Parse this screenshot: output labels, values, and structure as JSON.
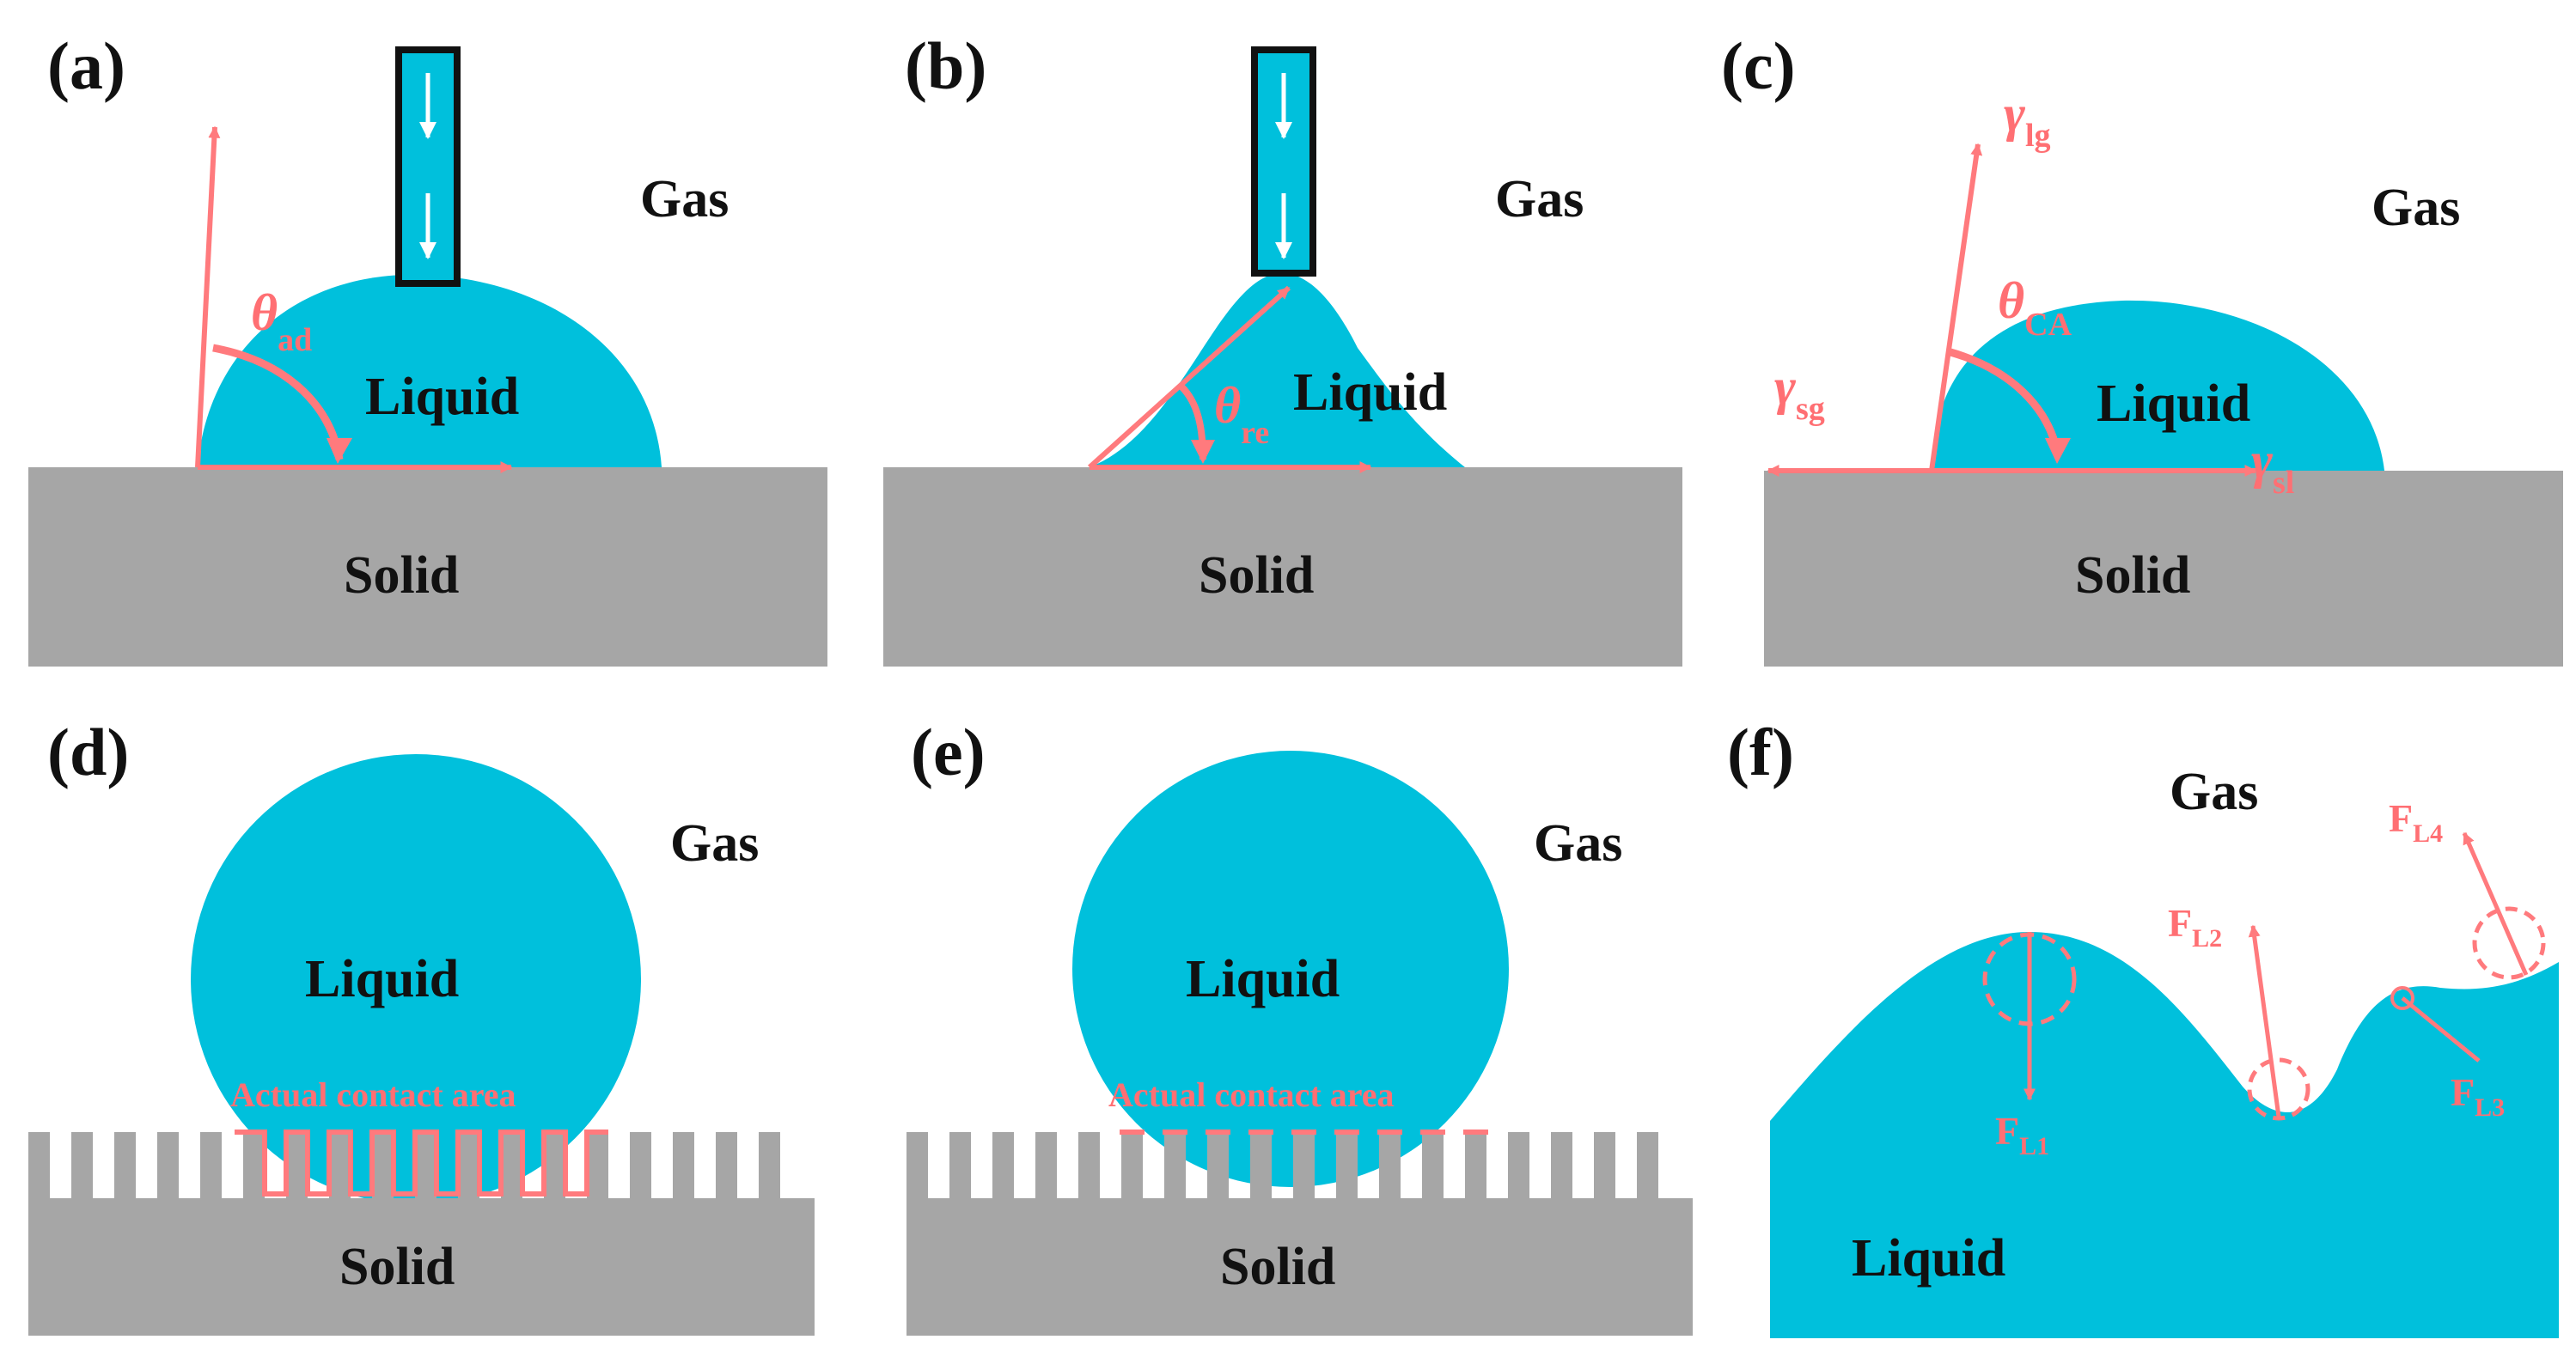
{
  "colors": {
    "liquid": "#00c0dc",
    "solid": "#a6a6a6",
    "arrow": "#ff7a7d",
    "label_text": "#111111",
    "annotation_text": "#ff6f73"
  },
  "panels": {
    "a": {
      "tag": "(a)",
      "gas": "Gas",
      "liquid": "Liquid",
      "solid": "Solid",
      "angle": {
        "symbol": "θ",
        "sub": "ad"
      }
    },
    "b": {
      "tag": "(b)",
      "gas": "Gas",
      "liquid": "Liquid",
      "solid": "Solid",
      "angle": {
        "symbol": "θ",
        "sub": "re"
      }
    },
    "c": {
      "tag": "(c)",
      "gas": "Gas",
      "liquid": "Liquid",
      "solid": "Solid",
      "angle": {
        "symbol": "θ",
        "sub": "CA"
      },
      "tension_lg": {
        "symbol": "γ",
        "sub": "lg"
      },
      "tension_sg": {
        "symbol": "γ",
        "sub": "sg"
      },
      "tension_sl": {
        "symbol": "γ",
        "sub": "sl"
      }
    },
    "d": {
      "tag": "(d)",
      "gas": "Gas",
      "liquid": "Liquid",
      "solid": "Solid",
      "contact": "Actual contact area"
    },
    "e": {
      "tag": "(e)",
      "gas": "Gas",
      "liquid": "Liquid",
      "solid": "Solid",
      "contact": "Actual contact area"
    },
    "f": {
      "tag": "(f)",
      "gas": "Gas",
      "liquid": "Liquid",
      "forces": [
        {
          "symbol": "F",
          "sub": "L1"
        },
        {
          "symbol": "F",
          "sub": "L2"
        },
        {
          "symbol": "F",
          "sub": "L3"
        },
        {
          "symbol": "F",
          "sub": "L4"
        }
      ]
    }
  }
}
